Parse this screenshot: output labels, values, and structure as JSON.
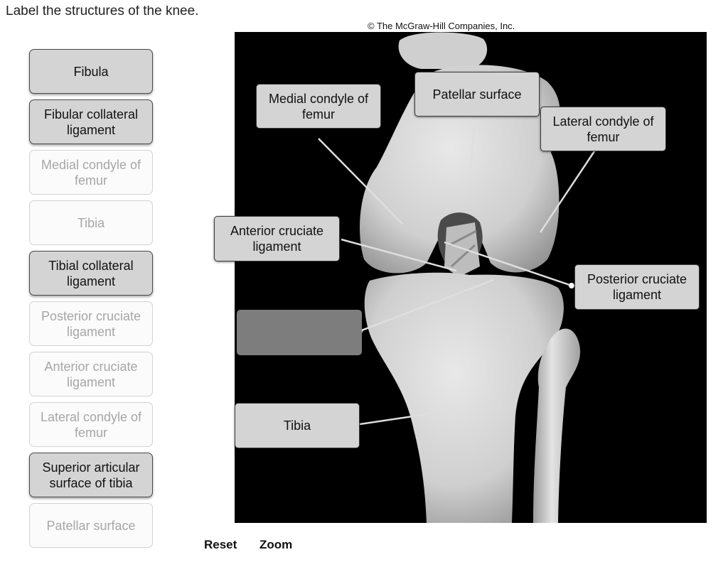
{
  "instruction": "Label the structures of the knee.",
  "copyright": "© The McGraw-Hill Companies, Inc.",
  "label_bank": [
    {
      "text": "Fibula",
      "state": "available"
    },
    {
      "text": "Fibular collateral ligament",
      "state": "available"
    },
    {
      "text": "Medial condyle of femur",
      "state": "placed"
    },
    {
      "text": "Tibia",
      "state": "placed"
    },
    {
      "text": "Tibial collateral ligament",
      "state": "available"
    },
    {
      "text": "Posterior cruciate ligament",
      "state": "placed"
    },
    {
      "text": "Anterior cruciate ligament",
      "state": "placed"
    },
    {
      "text": "Lateral condyle of femur",
      "state": "placed"
    },
    {
      "text": "Superior articular surface of tibia",
      "state": "available"
    },
    {
      "text": "Patellar surface",
      "state": "placed"
    }
  ],
  "placed_labels": {
    "medial_condyle": "Medial condyle of femur",
    "patellar_surface": "Patellar surface",
    "lateral_condyle": "Lateral condyle of femur",
    "anterior_cruciate": "Anterior cruciate ligament",
    "posterior_cruciate": "Posterior cruciate ligament",
    "tibia": "Tibia",
    "empty_target": ""
  },
  "controls": {
    "reset": "Reset",
    "zoom": "Zoom"
  },
  "colors": {
    "tile_active": "#d4d4d4",
    "tile_used_text": "#a6a6a6",
    "empty_target": "#7d7d7d",
    "figure_bg": "#000000"
  }
}
